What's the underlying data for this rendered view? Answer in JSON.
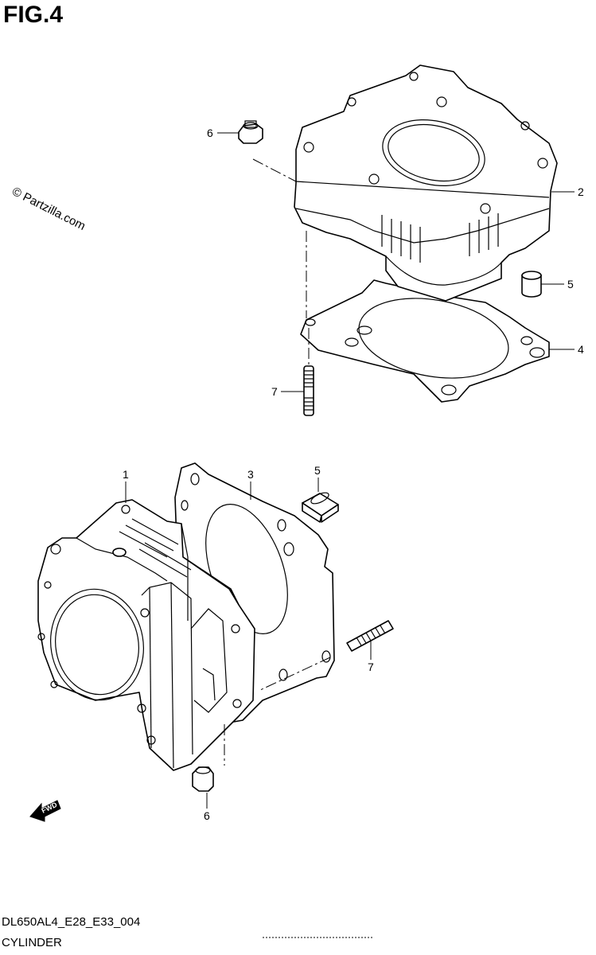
{
  "header": {
    "figure": "FIG.4"
  },
  "watermark": "© Partzilla.com",
  "footer": {
    "code": "DL650AL4_E28_E33_004",
    "caption": "CYLINDER"
  },
  "callouts": {
    "top_nut": "6",
    "top_cylinder": "2",
    "top_pin": "5",
    "top_gasket": "4",
    "top_stud": "7",
    "bottom_cylinder": "1",
    "bottom_gasket": "3",
    "bottom_pin": "5",
    "bottom_stud": "7",
    "bottom_nut": "6"
  },
  "direction_arrow": "FWD",
  "colors": {
    "line": "#000000",
    "background": "#ffffff"
  }
}
